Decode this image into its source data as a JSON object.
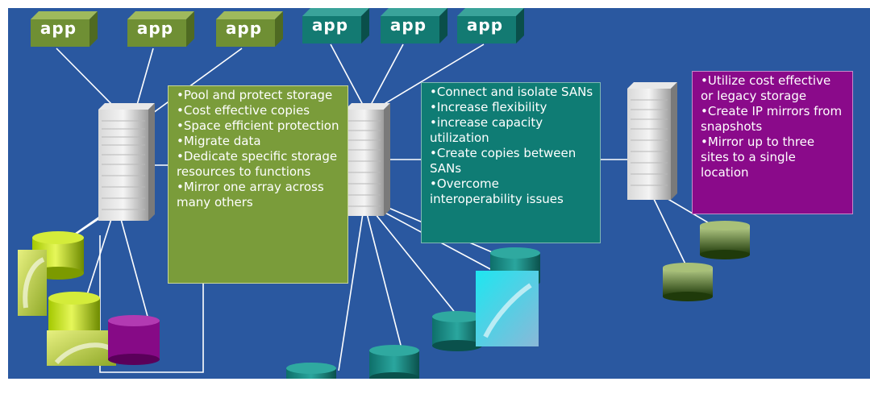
{
  "app_label": "app",
  "left_cluster": {
    "apps": [
      "app",
      "app",
      "app"
    ],
    "bullets": [
      "Pool and protect storage",
      "Cost effective copies",
      "Space efficient protection",
      "Migrate data",
      "Dedicate specific storage resources to functions",
      "Mirror one array across many others"
    ]
  },
  "middle_cluster": {
    "apps": [
      "app",
      "app",
      "app"
    ],
    "bullets": [
      "Connect and isolate SANs",
      "Increase flexibility",
      "increase capacity utilization",
      "Create copies between SANs",
      "Overcome interoperability issues"
    ]
  },
  "right_cluster": {
    "bullets": [
      "Utilize cost effective or legacy storage",
      "Create IP mirrors from snapshots",
      "Mirror up to three sites to a single location"
    ]
  },
  "colors": {
    "background": "#2a58a0",
    "green_accent": "#7a9c3a",
    "teal_accent": "#0f7c74",
    "purple_accent": "#8a0a8a"
  }
}
